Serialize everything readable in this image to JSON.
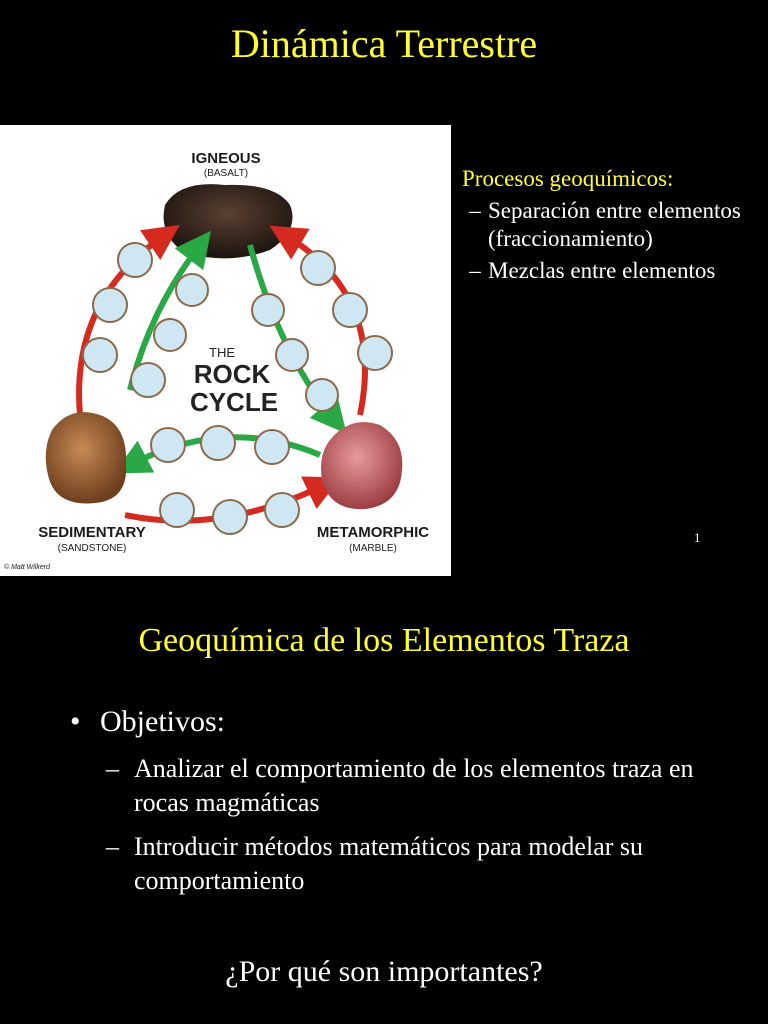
{
  "slide1": {
    "title": "Dinámica Terrestre",
    "image": {
      "top_label": "IGNEOUS",
      "top_sub": "(BASALT)",
      "left_label": "SEDIMENTARY",
      "left_sub": "(SANDSTONE)",
      "right_label": "METAMORPHIC",
      "right_sub": "(MARBLE)",
      "center_line1": "THE",
      "center_line2": "ROCK",
      "center_line3": "CYCLE",
      "credit": "© Matt Wilkerd"
    },
    "processes_heading": "Procesos geoquímicos:",
    "processes": [
      {
        "dash": "–",
        "text": "Separación entre elementos (fraccionamiento)"
      },
      {
        "dash": "–",
        "text": "Mezclas entre elementos"
      }
    ],
    "page_number": "1"
  },
  "slide2": {
    "title": "Geoquímica de los Elementos Traza",
    "bullet_symbol": "•",
    "bullet": "Objetivos:",
    "subitems": [
      {
        "dash": "–",
        "text": "Analizar el comportamiento de los elementos traza en rocas magmáticas"
      },
      {
        "dash": "–",
        "text": "Introducir métodos matemáticos para modelar su comportamiento"
      }
    ],
    "question": "¿Por qué son importantes?"
  },
  "colors": {
    "background": "#000000",
    "title": "#ffff33",
    "text": "#ffffff",
    "arrow_red": "#d42a1f",
    "arrow_green": "#2aa845"
  }
}
